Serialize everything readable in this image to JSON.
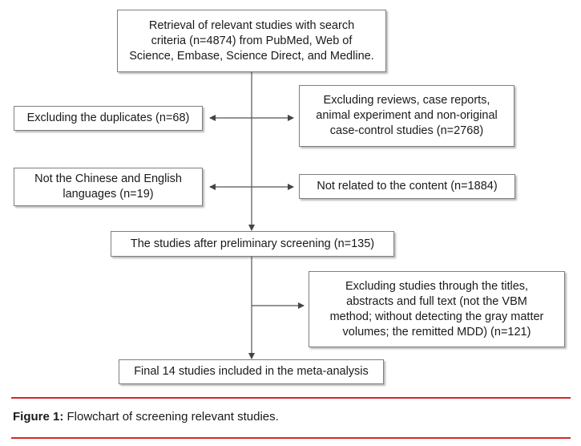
{
  "flowchart": {
    "nodes": [
      {
        "id": "retrieval",
        "text": "Retrieval of relevant studies with search\ncriteria (n=4874) from PubMed, Web of\nScience, Embase, Science Direct, and Medline."
      },
      {
        "id": "duplicates",
        "text": "Excluding the duplicates (n=68)"
      },
      {
        "id": "reviews",
        "text": "Excluding reviews, case reports,\nanimal experiment and non-original\ncase-control studies (n=2768)"
      },
      {
        "id": "language",
        "text": "Not the Chinese and English\nlanguages (n=19)"
      },
      {
        "id": "content",
        "text": "Not related to the content (n=1884)"
      },
      {
        "id": "preliminary",
        "text": "The studies after preliminary screening (n=135)"
      },
      {
        "id": "titles",
        "text": "Excluding studies through the titles,\nabstracts and full text (not the VBM\nmethod; without detecting the gray matter\nvolumes; the remitted MDD) (n=121)"
      },
      {
        "id": "final",
        "text": "Final 14 studies included in the meta-analysis"
      }
    ]
  },
  "caption": {
    "label": "Figure 1:",
    "text": " Flowchart of screening relevant studies."
  },
  "colors": {
    "rule": "#d4292a",
    "border": "#7f7f7f",
    "arrow": "#444444"
  }
}
